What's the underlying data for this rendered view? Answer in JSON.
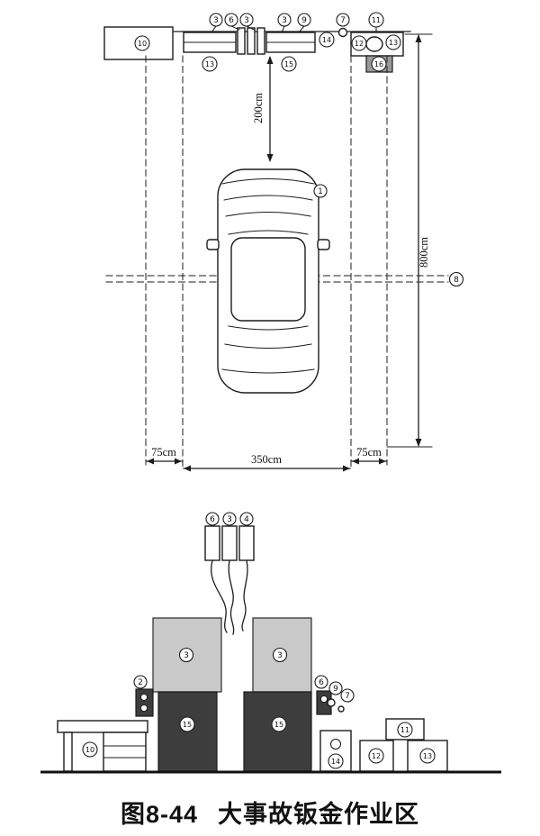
{
  "caption": {
    "figure_no": "图8-44",
    "title": "大事故钣金作业区"
  },
  "plan_view": {
    "dims": {
      "front_clearance": "200cm",
      "bay_depth": "800cm",
      "left_margin": "75cm",
      "bay_width": "350cm",
      "right_margin": "75cm"
    },
    "labels": {
      "n3a": "3",
      "n6": "6",
      "n3b": "3",
      "n3c": "3",
      "n9": "9",
      "n7": "7",
      "n11": "11",
      "n14": "14",
      "n12": "12",
      "n13_right": "13",
      "n16": "16",
      "n10": "10",
      "n13_left": "13",
      "n15": "15",
      "n1": "1",
      "n8": "8"
    }
  },
  "elevation_view": {
    "labels": {
      "n6_top": "6",
      "n3_top": "3",
      "n4_top": "4",
      "n3_left": "3",
      "n3_right": "3",
      "n2": "2",
      "n15_left": "15",
      "n15_right": "15",
      "n6_right": "6",
      "n9": "9",
      "n7": "7",
      "n10": "10",
      "n14": "14",
      "n12": "12",
      "n11": "11",
      "n13": "13"
    }
  }
}
